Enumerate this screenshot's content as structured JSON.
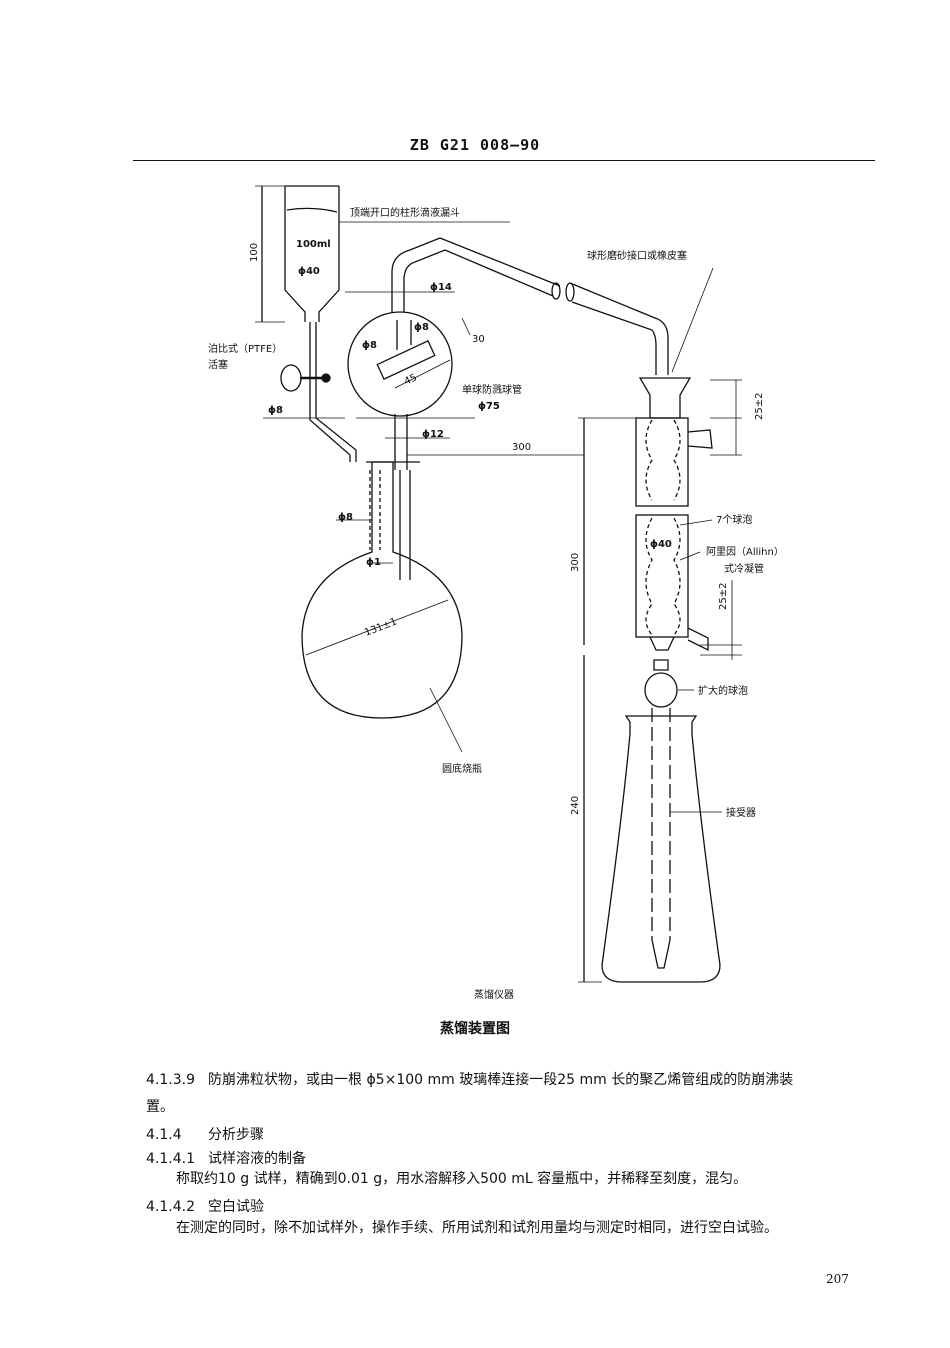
{
  "header": {
    "standard_code": "ZB G21 008—90"
  },
  "figure": {
    "labels": {
      "funnel_desc": "顶端开口的柱形滴液漏斗",
      "funnel_volume": "100ml",
      "funnel_diameter": "ϕ40",
      "funnel_height": "100",
      "stopcock": "泊比式（PTFE）",
      "stopcock2": "活塞",
      "phi8_left": "ϕ8",
      "phi14": "ϕ14",
      "phi8_inner": "ϕ8",
      "phi8_bulb": "ϕ8",
      "dim_30": "30",
      "dim_45": "45",
      "splash_bulb": "单球防溅球管",
      "phi75": "ϕ75",
      "phi12": "ϕ12",
      "dim_300_h": "300",
      "phi8_neck": "ϕ8",
      "phi1": "ϕ1",
      "flask_dim": "131±1",
      "flask": "圆底烧瓶",
      "ball_joint": "球形磨砂接口或橡皮塞",
      "dim_25a": "25±2",
      "seven_bulbs": "7个球泡",
      "phi40_cond": "ϕ40",
      "allihn1": "阿里因（Allihn）",
      "allihn2": "式冷凝管",
      "dim_300_v": "300",
      "dim_25b": "25±2",
      "enlarged_bulb": "扩大的球泡",
      "dim_240": "240",
      "receiver": "接受器",
      "apparatus": "蒸馏仪器"
    },
    "caption": "蒸馏装置图"
  },
  "sections": {
    "s4139": {
      "num": "4.1.3.9",
      "text": "防崩沸粒状物，或由一根 ϕ5×100 mm 玻璃棒连接一段25 mm 长的聚乙烯管组成的防崩沸装",
      "cont": "置。"
    },
    "s414": {
      "num": "4.1.4",
      "title": "分析步骤"
    },
    "s4141": {
      "num": "4.1.4.1",
      "title": "试样溶液的制备",
      "body": "称取约10 g 试样，精确到0.01 g，用水溶解移入500 mL 容量瓶中，并稀释至刻度，混匀。"
    },
    "s4142": {
      "num": "4.1.4.2",
      "title": "空白试验",
      "body": "在测定的同时，除不加试样外，操作手续、所用试剂和试剂用量均与测定时相同，进行空白试验。"
    }
  },
  "page_number": "207"
}
